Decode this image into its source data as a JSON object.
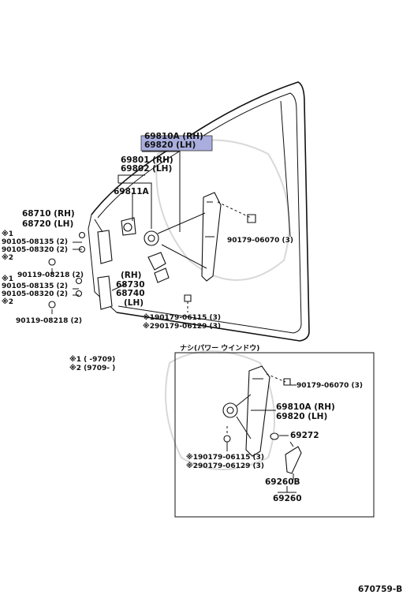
{
  "labels": {
    "p69810a_rh": "69810A (RH)",
    "p69820_lh": "69820   (LH)",
    "p69801_rh": "69801 (RH)",
    "p69802_lh": "69802 (LH)",
    "p69811a": "69811A",
    "p68710_rh": "68710 (RH)",
    "p68720_lh": "68720 (LH)",
    "mark1_a": "※1",
    "p90105_08135_a": "90105-08135 (2)",
    "p90105_08320_a": "90105-08320 (2)",
    "mark2_a": "※2",
    "p90119_08218_a": "90119-08218 (2)",
    "mark1_b": "※1",
    "p90105_08135_b": "90105-08135 (2)",
    "p90105_08320_b": "90105-08320 (2)",
    "mark2_b": "※2",
    "p90119_08218_b": "90119-08218 (2)",
    "rh": "(RH)",
    "p68730": "68730",
    "p68740": "68740",
    "lh": "(LH)",
    "p90179_06070_top": "90179-06070 (3)",
    "p90179_06115_top": "※190179-06115 (3)",
    "p90179_06129_top": "※290179-06129 (3)",
    "legend1": "※1  (          -9709)",
    "legend2": "※2  (9709-          )",
    "inset_title": "ナシ(パワー ウインドウ)",
    "p90179_06070_inset": "90179-06070 (3)",
    "p69810a_inset": "69810A (RH)",
    "p69820_inset": "69820   (LH)",
    "p69272": "69272",
    "p90179_06115_inset": "※190179-06115 (3)",
    "p90179_06129_inset": "※290179-06129 (3)",
    "p69260b": "69260B",
    "p69260": "69260",
    "figure_id": "670759-B"
  },
  "highlight_color": "#a9aedf"
}
